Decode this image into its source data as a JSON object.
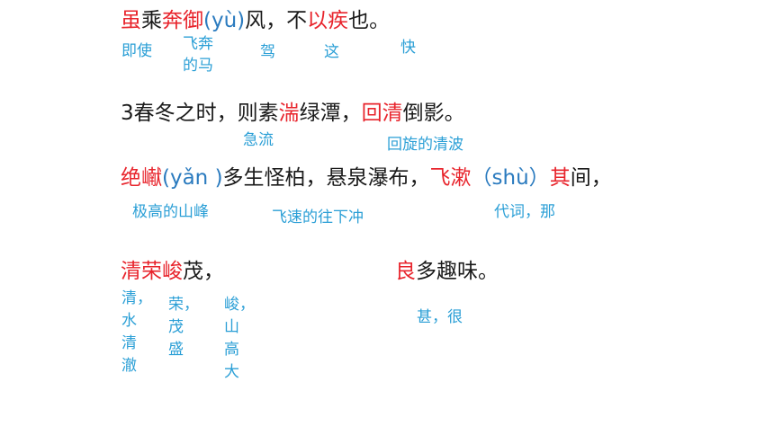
{
  "line1": {
    "c1": "虽",
    "c2": "乘",
    "c3": "奔御",
    "c4": "(yù)",
    "c5": "风，不",
    "c6": "以疾",
    "c7": "也。"
  },
  "line1_notes": {
    "n1": "即使",
    "n2a": "飞奔",
    "n2b": "的马",
    "n3": "驾",
    "n4": "这",
    "n5": "快"
  },
  "line2": {
    "c1": "3春冬之时，则素",
    "c2": "湍",
    "c3": "绿潭，",
    "c4": "回清",
    "c5": "倒影。"
  },
  "line2_notes": {
    "n1": "急流",
    "n2": "回旋的清波"
  },
  "line3": {
    "c1": "绝𪩘",
    "c2": "(yǎn )",
    "c3": "多生怪柏，悬泉瀑布，",
    "c4": "飞漱",
    "c5": "（shù）",
    "c6": "其",
    "c7": "间，"
  },
  "line3_notes": {
    "n1": "极高的山峰",
    "n2": "飞速的往下冲",
    "n3": "代词，那"
  },
  "line4": {
    "c1": "清荣峻",
    "c2": "茂，",
    "c3": "良",
    "c4": "多趣味。"
  },
  "line4_notes": {
    "qing": [
      "清，",
      "水",
      "清",
      "澈"
    ],
    "rong": [
      "荣，",
      "茂",
      "盛"
    ],
    "jun": [
      "峻，",
      "山",
      "高",
      "大"
    ],
    "liang": "甚，很"
  }
}
